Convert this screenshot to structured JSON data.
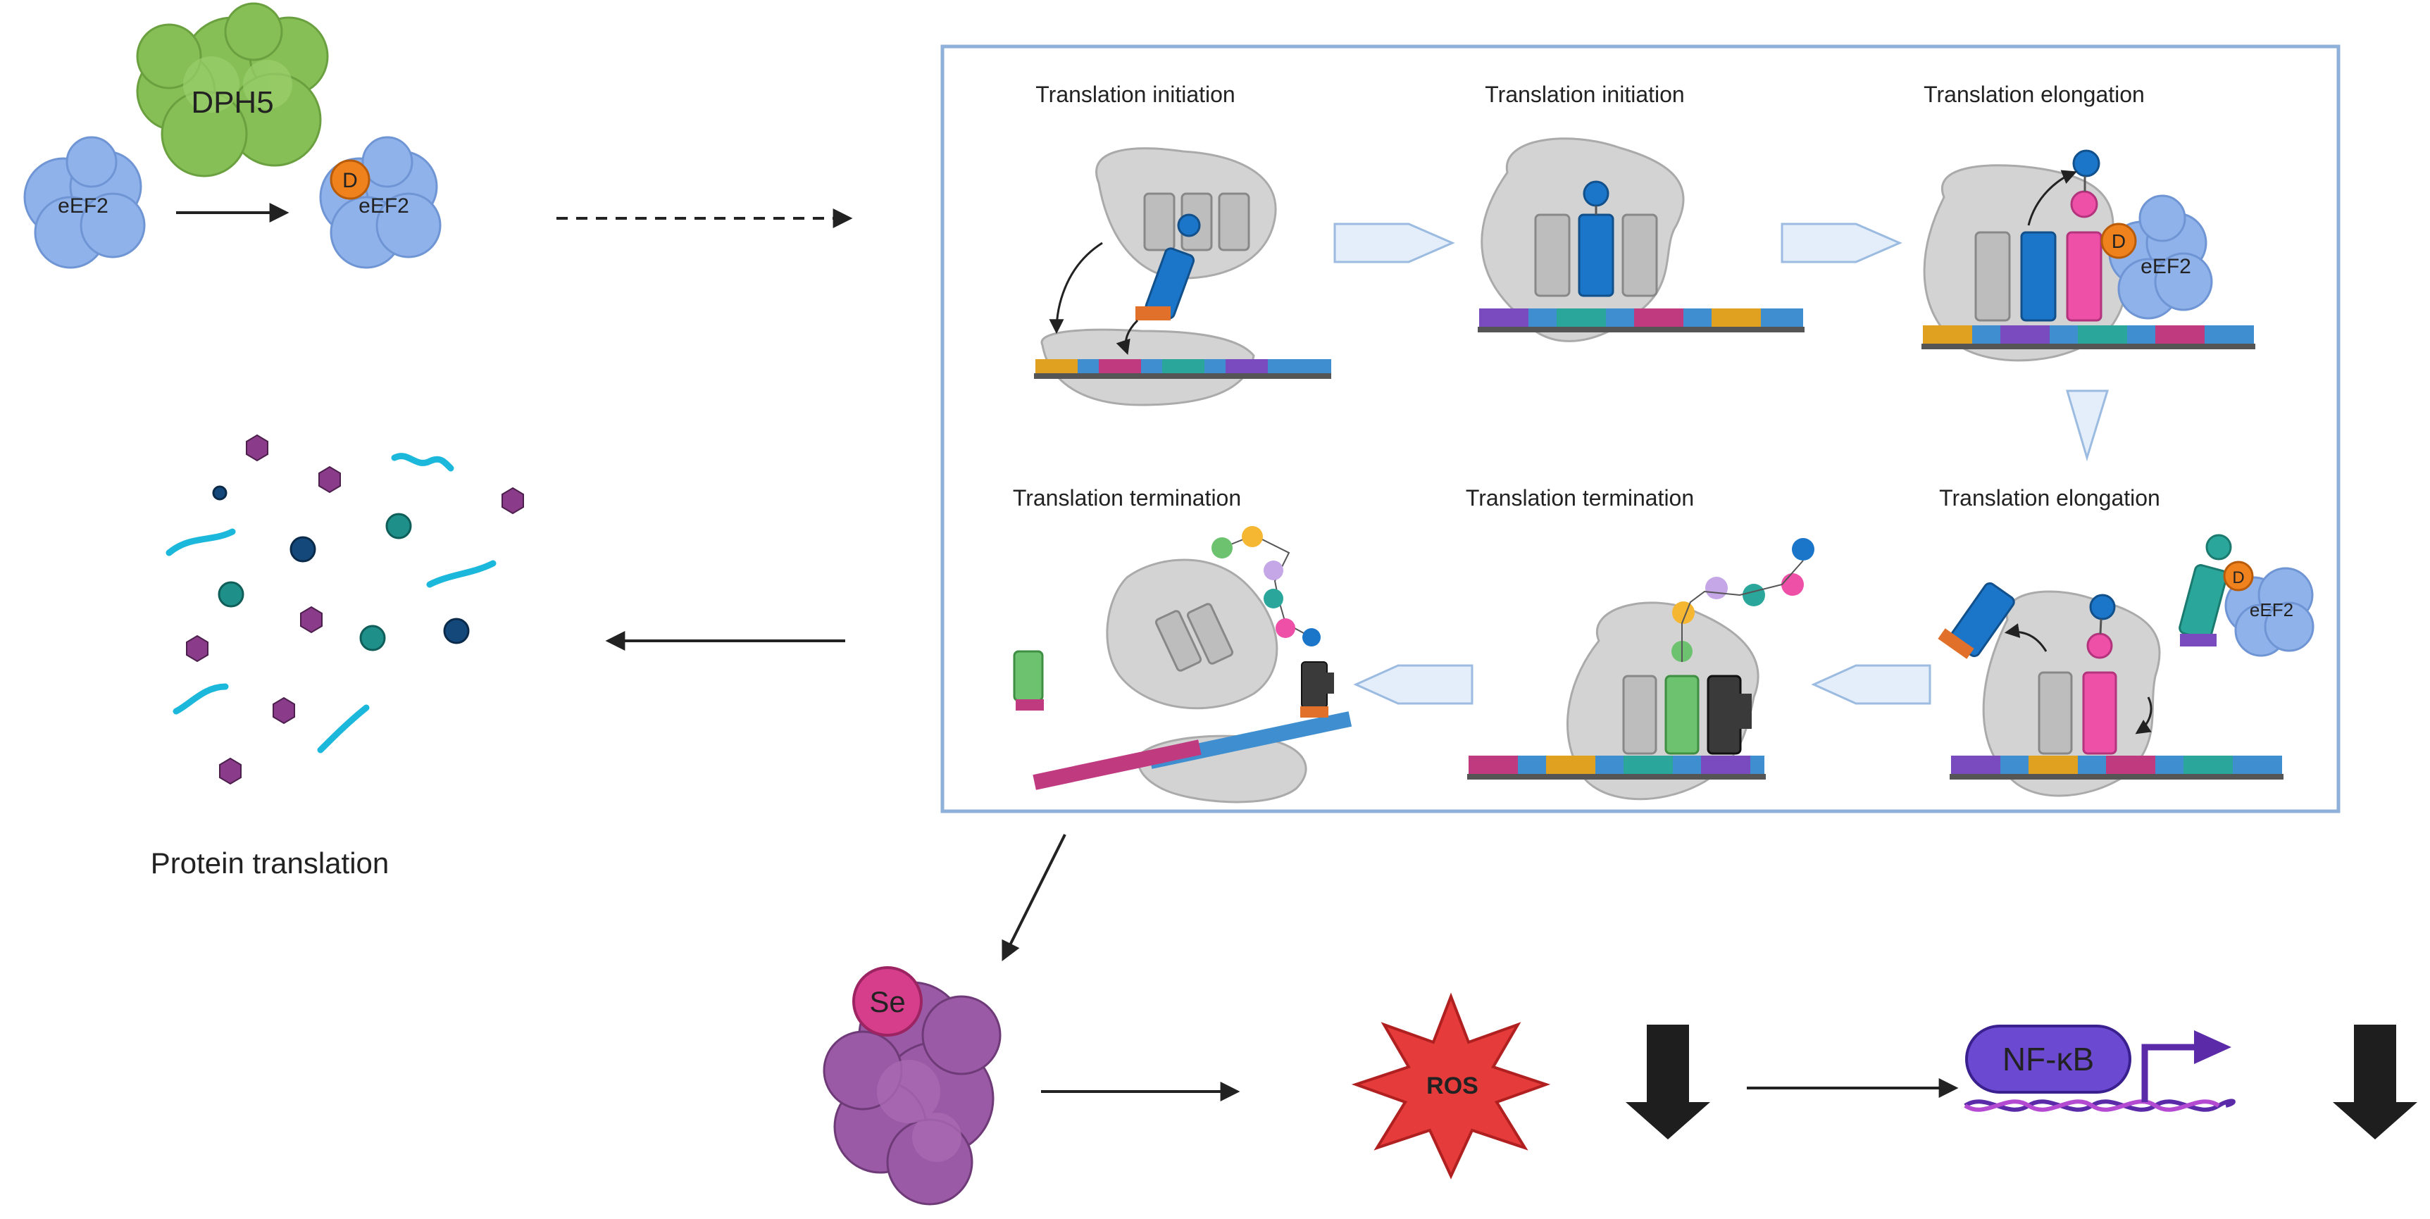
{
  "top": {
    "enzyme_label": "DPH5",
    "protein_label": "eEF2",
    "modified_protein_label": "eEF2",
    "diphthamide_mark": "D"
  },
  "panel": {
    "steps": [
      {
        "title": "Translation initiation"
      },
      {
        "title": "Translation initiation"
      },
      {
        "title": "Translation elongation"
      },
      {
        "title": "Translation elongation"
      },
      {
        "title": "Translation termination"
      },
      {
        "title": "Translation termination"
      }
    ],
    "bound_factor_label": "eEF2",
    "bound_factor_mark": "D",
    "incoming_factor_label": "eEF2",
    "incoming_factor_mark": "D"
  },
  "left": {
    "caption": "Protein translation"
  },
  "bottom": {
    "selenoprotein_mark": "Se",
    "ros_label": "ROS",
    "nfkb_label": "NF-κB"
  },
  "colors": {
    "box_border": "#8fb0d8",
    "chevron": "#e3eefa",
    "eef2": "#8fb2ea",
    "dph5": "#86bf55",
    "diphthamide": "#f0821e",
    "ribosome": "#d3d3d3",
    "selenoprotein": "#9a5aa5",
    "se_badge": "#d63e8c",
    "ros": "#e63b3b",
    "nfkb": "#6b4ad1",
    "arrow_down": "#1e1e1e"
  }
}
